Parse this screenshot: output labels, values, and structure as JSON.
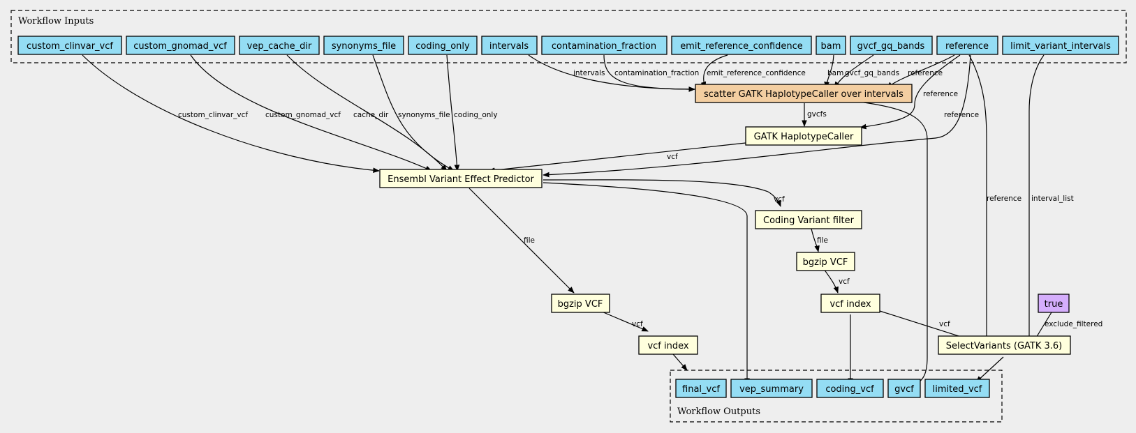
{
  "colors": {
    "background": "#eeeeee",
    "input_fill": "#94ddf4",
    "step_fill": "#ffffdd",
    "scatter_fill": "#f3cea1",
    "constant_fill": "#d5aefc",
    "output_fill": "#94ddf4"
  },
  "clusters": {
    "inputs": "Workflow Inputs",
    "outputs": "Workflow Outputs"
  },
  "nodes": {
    "custom_clinvar_vcf": "custom_clinvar_vcf",
    "custom_gnomad_vcf": "custom_gnomad_vcf",
    "vep_cache_dir": "vep_cache_dir",
    "synonyms_file": "synonyms_file",
    "coding_only": "coding_only",
    "intervals": "intervals",
    "contamination_fraction": "contamination_fraction",
    "emit_reference_confidence": "emit_reference_confidence",
    "bam": "bam",
    "gvcf_gq_bands": "gvcf_gq_bands",
    "reference": "reference",
    "limit_variant_intervals": "limit_variant_intervals",
    "scatter_haplotypecaller": "scatter GATK HaplotypeCaller over intervals",
    "haplotypecaller": "GATK HaplotypeCaller",
    "vep": "Ensembl Variant Effect Predictor",
    "coding_filter": "Coding Variant filter",
    "bgzip_coding": "bgzip VCF",
    "index_coding": "vcf index",
    "bgzip_annotated": "bgzip VCF",
    "index_annotated": "vcf index",
    "const_true": "true",
    "select_variants": "SelectVariants (GATK 3.6)",
    "out_final_vcf": "final_vcf",
    "out_vep_summary": "vep_summary",
    "out_coding_vcf": "coding_vcf",
    "out_gvcf": "gvcf",
    "out_limited_vcf": "limited_vcf"
  },
  "edge_labels": {
    "clinvar_vep": "custom_clinvar_vcf",
    "gnomad_vep": "custom_gnomad_vcf",
    "cache_vep": "cache_dir",
    "synonyms_vep": "synonyms_file",
    "coding_vep": "coding_only",
    "intervals_scatter": "intervals",
    "contam_scatter": "contamination_fraction",
    "emit_scatter": "emit_reference_confidence",
    "bam_scatter": "bam",
    "gq_scatter": "gvcf_gq_bands",
    "ref_scatter": "reference",
    "ref_hc": "reference",
    "ref_vep": "reference",
    "ref_select": "reference",
    "limit_select": "interval_list",
    "scatter_hc": "gvcfs",
    "hc_vep": "vcf",
    "vep_filter": "vcf",
    "filter_bgzip": "file",
    "bgzip_index": "vcf",
    "vep_bgzip": "file",
    "bgzip2_index2": "vcf",
    "index_select": "vcf",
    "true_select": "exclude_filtered"
  }
}
